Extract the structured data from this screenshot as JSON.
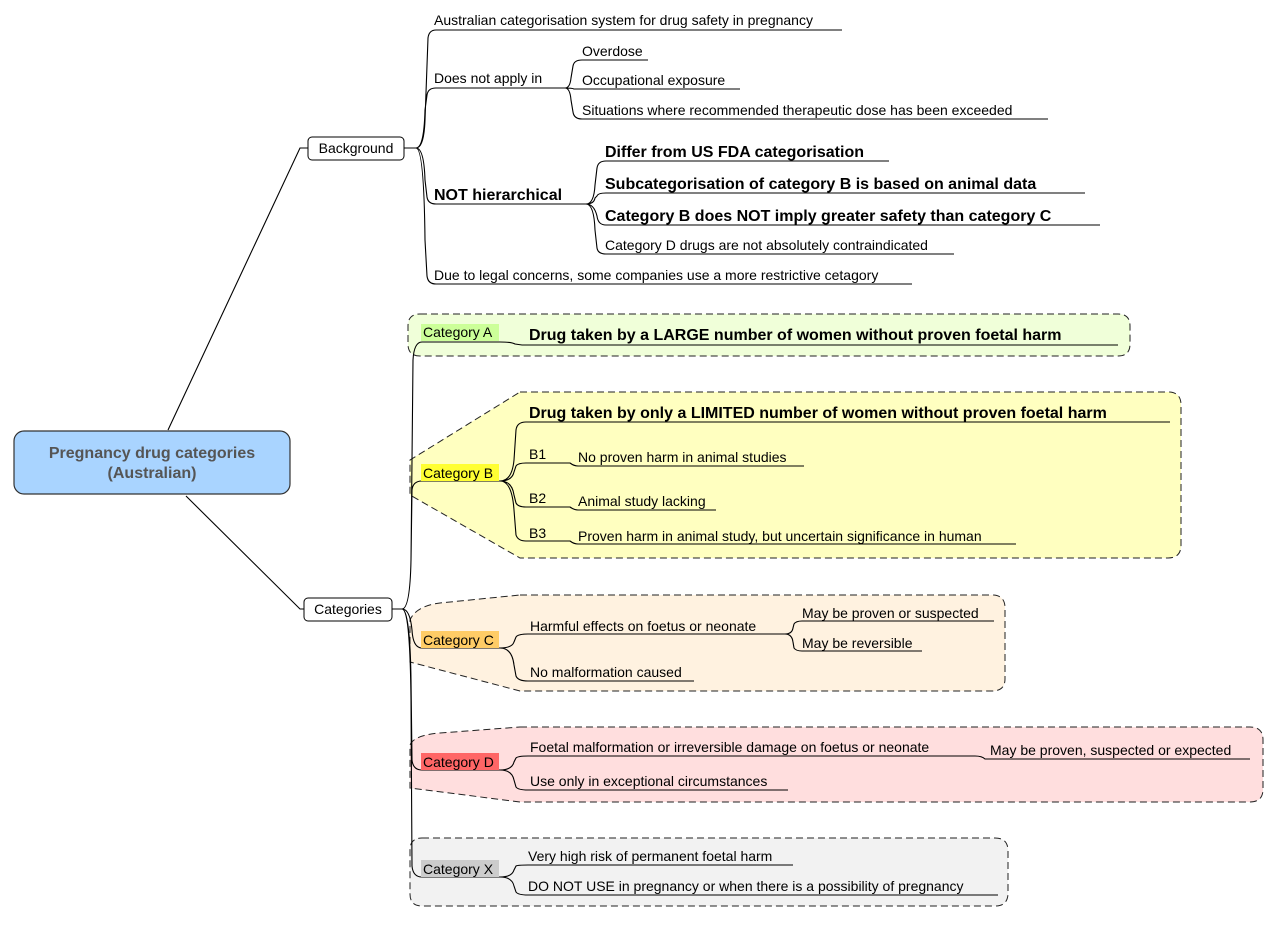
{
  "root": {
    "line1": "Pregnancy drug categories",
    "line2": "(Australian)",
    "fill": "#a9d4ff"
  },
  "background": {
    "label": "Background",
    "items": {
      "system": "Australian categorisation system for drug safety in pregnancy",
      "not_apply": "Does not apply in",
      "not_apply_children": [
        "Overdose",
        "Occupational exposure",
        "Situations where recommended therapeutic dose has been exceeded"
      ],
      "not_hierarchical": "NOT hierarchical",
      "not_hierarchical_children": [
        "Differ from US FDA categorisation",
        "Subcategorisation of category B is based on animal data",
        "Category B does NOT imply greater safety than category C",
        "Category D drugs are not absolutely contraindicated"
      ],
      "legal": "Due to legal concerns, some companies use a more restrictive cetagory"
    }
  },
  "categories": {
    "label": "Categories",
    "a": {
      "label": "Category A",
      "highlight": "#ccff99",
      "cloud": "#f0ffd9",
      "text": "Drug taken by a LARGE number of women without proven foetal harm"
    },
    "b": {
      "label": "Category B",
      "highlight": "#ffff33",
      "cloud": "#ffffc0",
      "text": "Drug taken by only a LIMITED number of women without proven foetal harm",
      "subs": [
        {
          "code": "B1",
          "text": "No proven harm in animal studies"
        },
        {
          "code": "B2",
          "text": "Animal study lacking"
        },
        {
          "code": "B3",
          "text": "Proven harm in animal study, but uncertain significance in human"
        }
      ]
    },
    "c": {
      "label": "Category C",
      "highlight": "#ffcc66",
      "cloud": "#fff2e0",
      "harmful": "Harmful effects on foetus or neonate",
      "harmful_children": [
        "May be proven or suspected",
        "May be reversible"
      ],
      "no_malformation": "No malformation caused"
    },
    "d": {
      "label": "Category D",
      "highlight": "#ff6666",
      "cloud": "#ffdede",
      "malformation": "Foetal malformation or irreversible damage on foetus or neonate",
      "malformation_child": "May be proven, suspected or expected",
      "exceptional": "Use only in exceptional circumstances"
    },
    "x": {
      "label": "Category X",
      "highlight": "#cccccc",
      "cloud": "#f2f2f2",
      "risk": "Very high risk of permanent foetal harm",
      "do_not_use": "DO NOT USE in pregnancy or when there is a possibility of pregnancy"
    }
  }
}
